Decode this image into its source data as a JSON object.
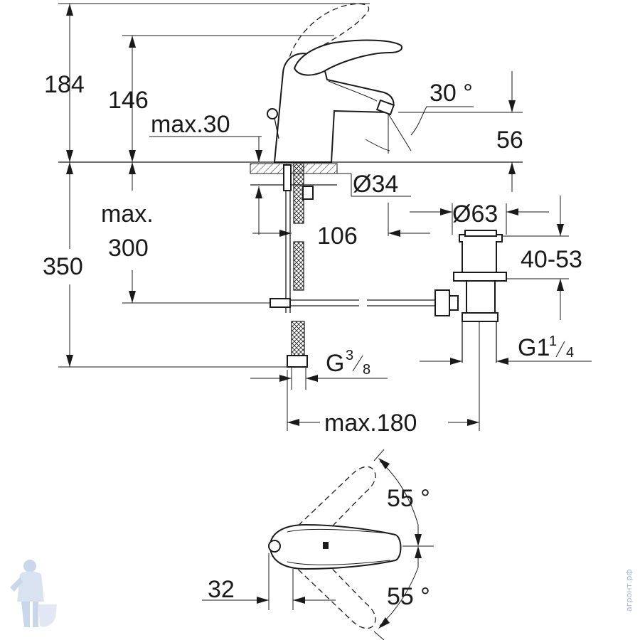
{
  "dimensions": {
    "height_total": "184",
    "height_spout": "146",
    "max_deck": "max.30",
    "spout_angle": "30 °",
    "spout_outlet": "56",
    "tail_diameter": "Ø34",
    "drain_diameter": "Ø63",
    "spout_reach": "106",
    "max_label": "max.",
    "max_value": "300",
    "hose_length": "350",
    "drain_range": "40-53",
    "thread_hose_main": "G",
    "thread_hose_num": "3",
    "thread_hose_den": "8",
    "thread_drain_main": "G1",
    "thread_drain_num": "1",
    "thread_drain_den": "4",
    "drain_offset": "max.180",
    "lever_angle_top": "55 °",
    "lever_angle_bottom": "55 °",
    "handle_offset": "32"
  },
  "watermark": {
    "text": "агронт.рф"
  },
  "colors": {
    "line": "#1a1a1a",
    "watermark": "#9fb6d8"
  }
}
